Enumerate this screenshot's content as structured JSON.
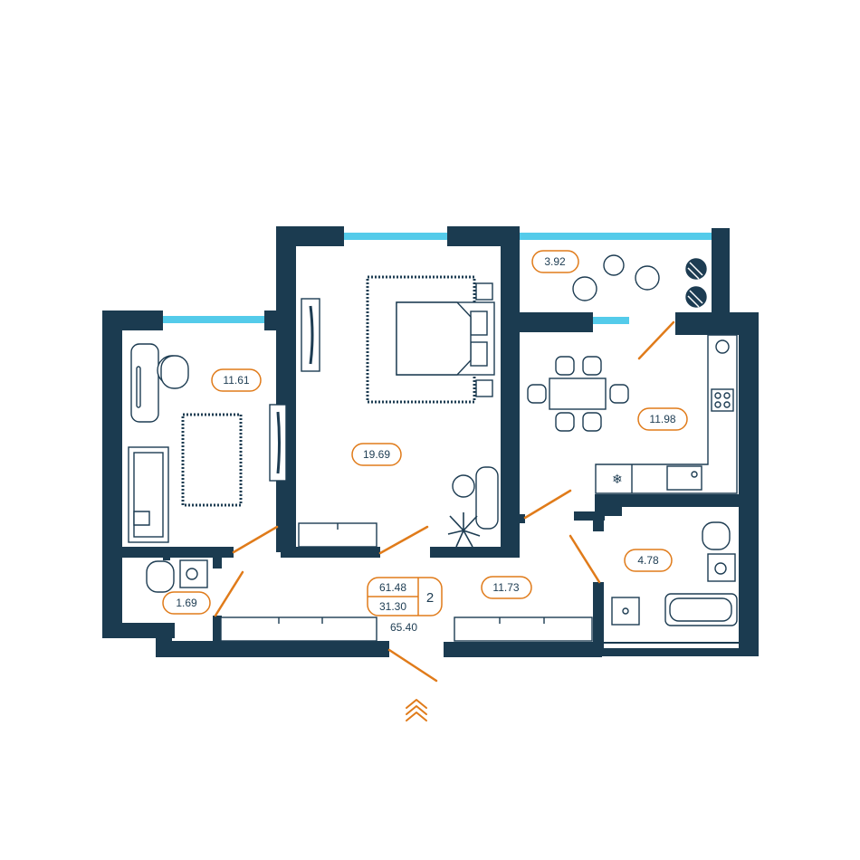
{
  "colors": {
    "wall": "#1b3b50",
    "window": "#36c2e6",
    "door": "#e07b1a",
    "furniture": "#1d3c52",
    "background": "#ffffff"
  },
  "rooms": {
    "room_left": "11.61",
    "room_bed": "19.69",
    "balcony": "3.92",
    "kitchen": "11.98",
    "bathroom": "4.78",
    "toilet": "1.69",
    "hall": "11.73"
  },
  "summary": {
    "living_area": "61.48",
    "total_rooms_area": "31.30",
    "total_area": "65.40",
    "room_count": "2"
  },
  "icons": {
    "entrance": "entrance-chevrons-icon"
  }
}
